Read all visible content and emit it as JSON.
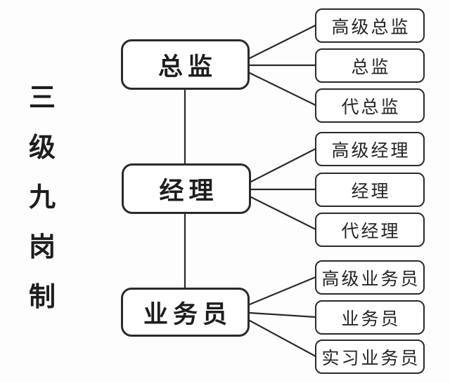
{
  "title": {
    "text": "三级九岗制",
    "chars": [
      "三",
      "级",
      "九",
      "岗",
      "制"
    ]
  },
  "levels": [
    {
      "label": "总监",
      "positions": [
        "高级总监",
        "总监",
        "代总监"
      ]
    },
    {
      "label": "经理",
      "positions": [
        "高级经理",
        "经理",
        "代经理"
      ]
    },
    {
      "label": "业务员",
      "positions": [
        "高级业务员",
        "业务员",
        "实习业务员"
      ]
    }
  ],
  "colors": {
    "line": "#2a2a2a",
    "text": "#1d1d1d",
    "background": "#fdfdfd"
  }
}
